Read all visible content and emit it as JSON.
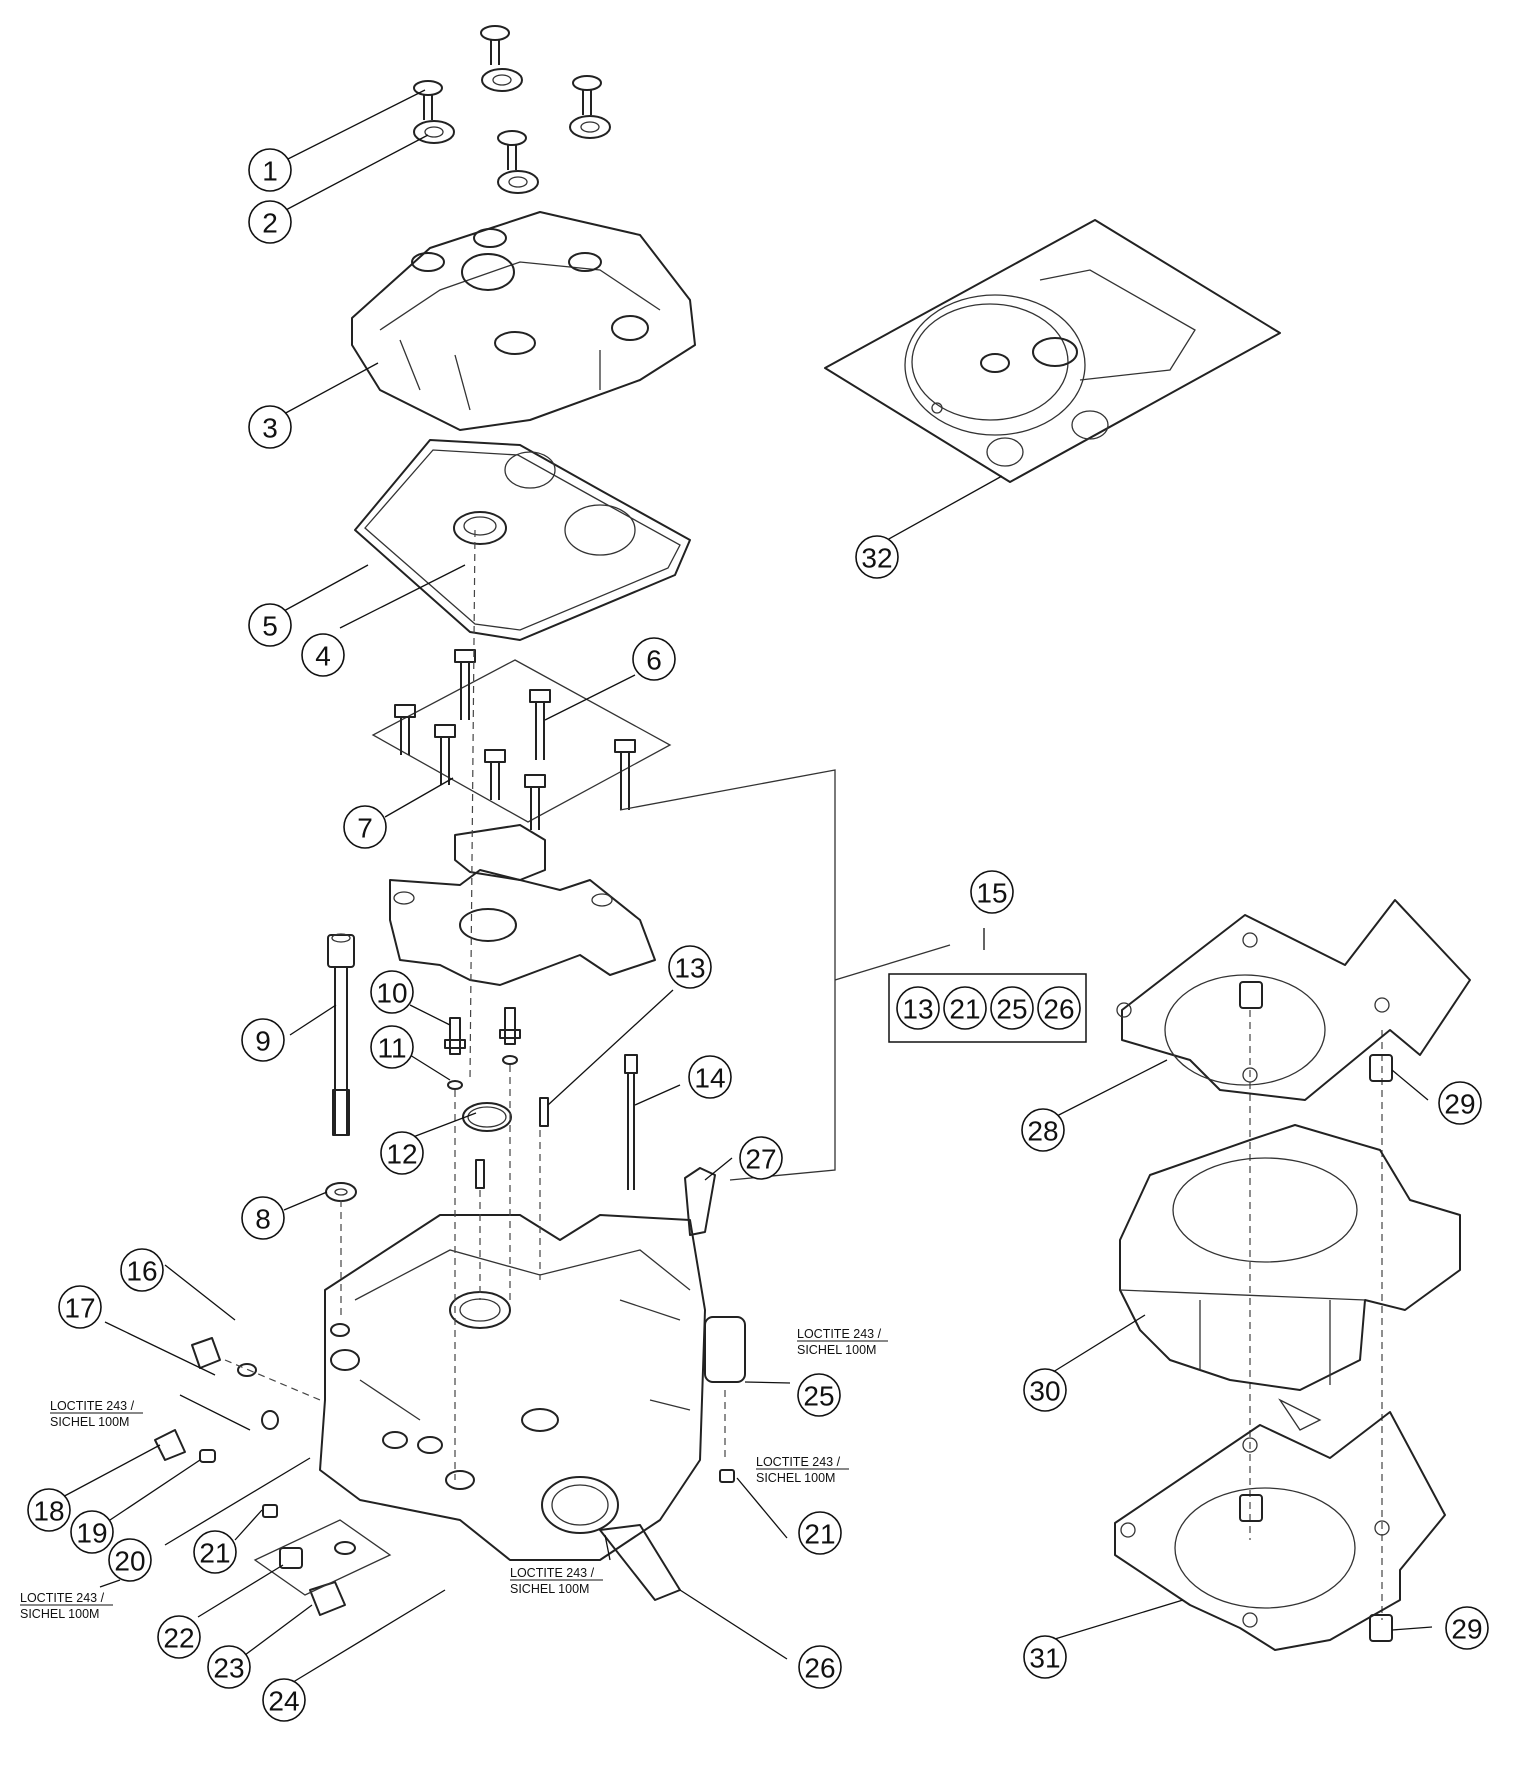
{
  "callouts": [
    "1",
    "2",
    "3",
    "4",
    "5",
    "6",
    "7",
    "8",
    "9",
    "10",
    "11",
    "12",
    "13",
    "14",
    "15",
    "16",
    "17",
    "18",
    "19",
    "20",
    "21",
    "21",
    "22",
    "23",
    "24",
    "25",
    "26",
    "27",
    "28",
    "29",
    "29",
    "30",
    "31",
    "32"
  ],
  "kit_items": [
    "13",
    "21",
    "25",
    "26"
  ],
  "notes": [
    {
      "line1": "LOCTITE 243 /",
      "line2": "SICHEL 100M"
    },
    {
      "line1": "LOCTITE 243 /",
      "line2": "SICHEL 100M"
    },
    {
      "line1": "LOCTITE 243 /",
      "line2": "SICHEL 100M"
    },
    {
      "line1": "LOCTITE 243 /",
      "line2": "SICHEL 100M"
    },
    {
      "line1": "LOCTITE 243 /",
      "line2": "SICHEL 100M"
    }
  ]
}
